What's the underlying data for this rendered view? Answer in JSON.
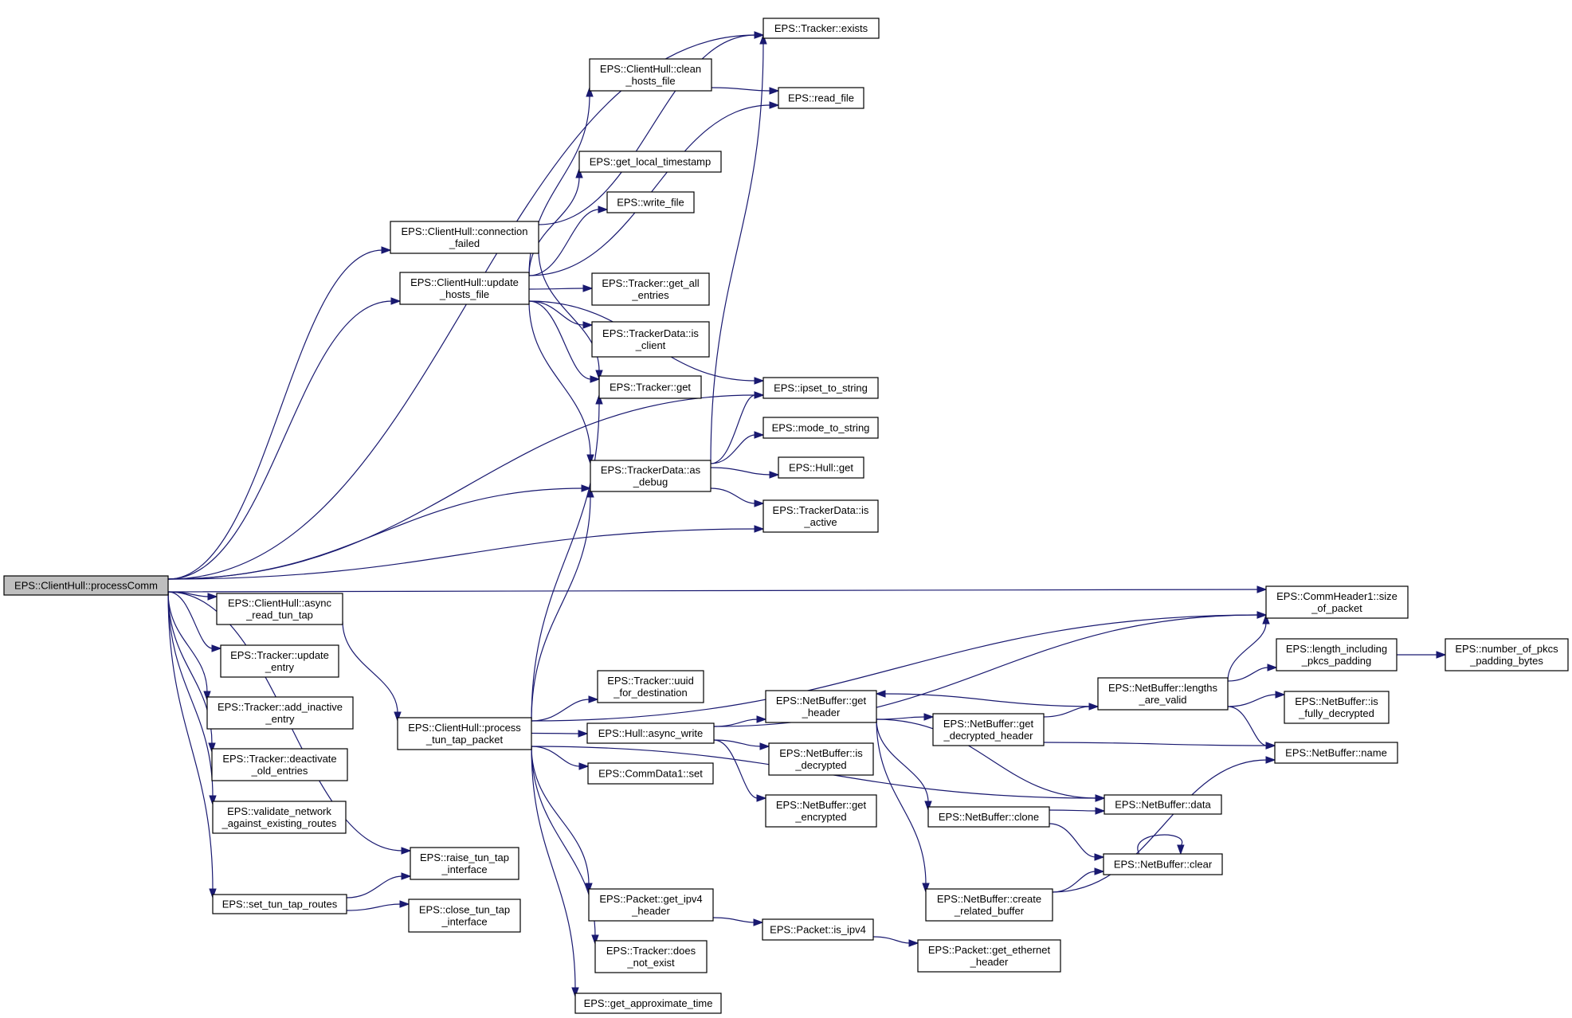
{
  "title": "Call graph for EPS::ClientHull::processComm",
  "colors": {
    "edge": "#191970",
    "root_fill": "#bfbfbf",
    "node_fill": "#ffffff",
    "node_stroke": "#000000"
  },
  "nodes": [
    {
      "id": "processComm",
      "lines": [
        "EPS::ClientHull::processComm"
      ],
      "root": true
    },
    {
      "id": "tracker_exists",
      "lines": [
        "EPS::Tracker::exists"
      ]
    },
    {
      "id": "clean_hosts_file",
      "lines": [
        "EPS::ClientHull::clean",
        "_hosts_file"
      ]
    },
    {
      "id": "read_file",
      "lines": [
        "EPS::read_file"
      ]
    },
    {
      "id": "get_local_timestamp",
      "lines": [
        "EPS::get_local_timestamp"
      ]
    },
    {
      "id": "write_file",
      "lines": [
        "EPS::write_file"
      ]
    },
    {
      "id": "connection_failed",
      "lines": [
        "EPS::ClientHull::connection",
        "_failed"
      ]
    },
    {
      "id": "update_hosts_file",
      "lines": [
        "EPS::ClientHull::update",
        "_hosts_file"
      ]
    },
    {
      "id": "get_all_entries",
      "lines": [
        "EPS::Tracker::get_all",
        "_entries"
      ]
    },
    {
      "id": "is_client",
      "lines": [
        "EPS::TrackerData::is",
        "_client"
      ]
    },
    {
      "id": "tracker_get",
      "lines": [
        "EPS::Tracker::get"
      ]
    },
    {
      "id": "ipset_to_string",
      "lines": [
        "EPS::ipset_to_string"
      ]
    },
    {
      "id": "mode_to_string",
      "lines": [
        "EPS::mode_to_string"
      ]
    },
    {
      "id": "as_debug",
      "lines": [
        "EPS::TrackerData::as",
        "_debug"
      ]
    },
    {
      "id": "hull_get",
      "lines": [
        "EPS::Hull::get"
      ]
    },
    {
      "id": "is_active",
      "lines": [
        "EPS::TrackerData::is",
        "_active"
      ]
    },
    {
      "id": "size_of_packet",
      "lines": [
        "EPS::CommHeader1::size",
        "_of_packet"
      ]
    },
    {
      "id": "async_read_tun_tap",
      "lines": [
        "EPS::ClientHull::async",
        "_read_tun_tap"
      ]
    },
    {
      "id": "update_entry",
      "lines": [
        "EPS::Tracker::update",
        "_entry"
      ]
    },
    {
      "id": "add_inactive_entry",
      "lines": [
        "EPS::Tracker::add_inactive",
        "_entry"
      ]
    },
    {
      "id": "deactivate_old_entries",
      "lines": [
        "EPS::Tracker::deactivate",
        "_old_entries"
      ]
    },
    {
      "id": "validate_network",
      "lines": [
        "EPS::validate_network",
        "_against_existing_routes"
      ]
    },
    {
      "id": "raise_tun_tap",
      "lines": [
        "EPS::raise_tun_tap",
        "_interface"
      ]
    },
    {
      "id": "set_tun_tap_routes",
      "lines": [
        "EPS::set_tun_tap_routes"
      ]
    },
    {
      "id": "close_tun_tap",
      "lines": [
        "EPS::close_tun_tap",
        "_interface"
      ]
    },
    {
      "id": "process_tun_tap_packet",
      "lines": [
        "EPS::ClientHull::process",
        "_tun_tap_packet"
      ]
    },
    {
      "id": "uuid_for_destination",
      "lines": [
        "EPS::Tracker::uuid",
        "_for_destination"
      ]
    },
    {
      "id": "hull_async_write",
      "lines": [
        "EPS::Hull::async_write"
      ]
    },
    {
      "id": "commdata1_set",
      "lines": [
        "EPS::CommData1::set"
      ]
    },
    {
      "id": "nb_get_header",
      "lines": [
        "EPS::NetBuffer::get",
        "_header"
      ]
    },
    {
      "id": "nb_is_decrypted",
      "lines": [
        "EPS::NetBuffer::is",
        "_decrypted"
      ]
    },
    {
      "id": "nb_get_encrypted",
      "lines": [
        "EPS::NetBuffer::get",
        "_encrypted"
      ]
    },
    {
      "id": "nb_get_decrypted_header",
      "lines": [
        "EPS::NetBuffer::get",
        "_decrypted_header"
      ]
    },
    {
      "id": "nb_lengths_are_valid",
      "lines": [
        "EPS::NetBuffer::lengths",
        "_are_valid"
      ]
    },
    {
      "id": "length_including_pkcs",
      "lines": [
        "EPS::length_including",
        "_pkcs_padding"
      ]
    },
    {
      "id": "number_of_pkcs",
      "lines": [
        "EPS::number_of_pkcs",
        "_padding_bytes"
      ]
    },
    {
      "id": "nb_is_fully_decrypted",
      "lines": [
        "EPS::NetBuffer::is",
        "_fully_decrypted"
      ]
    },
    {
      "id": "nb_name",
      "lines": [
        "EPS::NetBuffer::name"
      ]
    },
    {
      "id": "nb_data",
      "lines": [
        "EPS::NetBuffer::data"
      ]
    },
    {
      "id": "nb_clone",
      "lines": [
        "EPS::NetBuffer::clone"
      ]
    },
    {
      "id": "nb_clear",
      "lines": [
        "EPS::NetBuffer::clear"
      ]
    },
    {
      "id": "nb_create_related_buffer",
      "lines": [
        "EPS::NetBuffer::create",
        "_related_buffer"
      ]
    },
    {
      "id": "get_ipv4_header",
      "lines": [
        "EPS::Packet::get_ipv4",
        "_header"
      ]
    },
    {
      "id": "is_ipv4",
      "lines": [
        "EPS::Packet::is_ipv4"
      ]
    },
    {
      "id": "get_ethernet_header",
      "lines": [
        "EPS::Packet::get_ethernet",
        "_header"
      ]
    },
    {
      "id": "does_not_exist",
      "lines": [
        "EPS::Tracker::does",
        "_not_exist"
      ]
    },
    {
      "id": "get_approximate_time",
      "lines": [
        "EPS::get_approximate_time"
      ]
    }
  ],
  "edges": [
    [
      "processComm",
      "tracker_exists"
    ],
    [
      "processComm",
      "connection_failed"
    ],
    [
      "processComm",
      "update_hosts_file"
    ],
    [
      "processComm",
      "ipset_to_string"
    ],
    [
      "processComm",
      "as_debug"
    ],
    [
      "processComm",
      "is_active"
    ],
    [
      "processComm",
      "size_of_packet"
    ],
    [
      "processComm",
      "async_read_tun_tap"
    ],
    [
      "processComm",
      "update_entry"
    ],
    [
      "processComm",
      "add_inactive_entry"
    ],
    [
      "processComm",
      "deactivate_old_entries"
    ],
    [
      "processComm",
      "validate_network"
    ],
    [
      "processComm",
      "raise_tun_tap"
    ],
    [
      "processComm",
      "set_tun_tap_routes"
    ],
    [
      "connection_failed",
      "tracker_exists"
    ],
    [
      "connection_failed",
      "tracker_get"
    ],
    [
      "update_hosts_file",
      "clean_hosts_file"
    ],
    [
      "update_hosts_file",
      "read_file"
    ],
    [
      "update_hosts_file",
      "get_local_timestamp"
    ],
    [
      "update_hosts_file",
      "write_file"
    ],
    [
      "update_hosts_file",
      "ipset_to_string"
    ],
    [
      "update_hosts_file",
      "get_all_entries"
    ],
    [
      "update_hosts_file",
      "is_client"
    ],
    [
      "update_hosts_file",
      "tracker_get"
    ],
    [
      "update_hosts_file",
      "as_debug"
    ],
    [
      "clean_hosts_file",
      "read_file"
    ],
    [
      "as_debug",
      "tracker_exists"
    ],
    [
      "as_debug",
      "ipset_to_string"
    ],
    [
      "as_debug",
      "mode_to_string"
    ],
    [
      "as_debug",
      "hull_get"
    ],
    [
      "as_debug",
      "is_active"
    ],
    [
      "async_read_tun_tap",
      "process_tun_tap_packet"
    ],
    [
      "set_tun_tap_routes",
      "raise_tun_tap"
    ],
    [
      "set_tun_tap_routes",
      "close_tun_tap"
    ],
    [
      "process_tun_tap_packet",
      "tracker_get"
    ],
    [
      "process_tun_tap_packet",
      "as_debug"
    ],
    [
      "process_tun_tap_packet",
      "size_of_packet"
    ],
    [
      "process_tun_tap_packet",
      "uuid_for_destination"
    ],
    [
      "process_tun_tap_packet",
      "hull_async_write"
    ],
    [
      "process_tun_tap_packet",
      "commdata1_set"
    ],
    [
      "process_tun_tap_packet",
      "nb_data"
    ],
    [
      "process_tun_tap_packet",
      "get_ipv4_header"
    ],
    [
      "process_tun_tap_packet",
      "does_not_exist"
    ],
    [
      "process_tun_tap_packet",
      "get_approximate_time"
    ],
    [
      "hull_async_write",
      "size_of_packet"
    ],
    [
      "hull_async_write",
      "nb_get_header"
    ],
    [
      "hull_async_write",
      "nb_is_decrypted"
    ],
    [
      "hull_async_write",
      "nb_get_encrypted"
    ],
    [
      "nb_get_header",
      "nb_get_decrypted_header"
    ],
    [
      "nb_get_header",
      "nb_data"
    ],
    [
      "nb_get_header",
      "nb_clone"
    ],
    [
      "nb_get_header",
      "nb_create_related_buffer"
    ],
    [
      "nb_get_decrypted_header",
      "nb_lengths_are_valid"
    ],
    [
      "nb_get_decrypted_header",
      "nb_name"
    ],
    [
      "nb_lengths_are_valid",
      "nb_get_header"
    ],
    [
      "nb_lengths_are_valid",
      "size_of_packet"
    ],
    [
      "nb_lengths_are_valid",
      "length_including_pkcs"
    ],
    [
      "nb_lengths_are_valid",
      "nb_is_fully_decrypted"
    ],
    [
      "nb_lengths_are_valid",
      "nb_name"
    ],
    [
      "length_including_pkcs",
      "number_of_pkcs"
    ],
    [
      "nb_clone",
      "nb_data"
    ],
    [
      "nb_clone",
      "nb_clear"
    ],
    [
      "nb_clear",
      "nb_clear"
    ],
    [
      "nb_create_related_buffer",
      "nb_clear"
    ],
    [
      "nb_create_related_buffer",
      "nb_name"
    ],
    [
      "get_ipv4_header",
      "is_ipv4"
    ],
    [
      "is_ipv4",
      "get_ethernet_header"
    ]
  ]
}
